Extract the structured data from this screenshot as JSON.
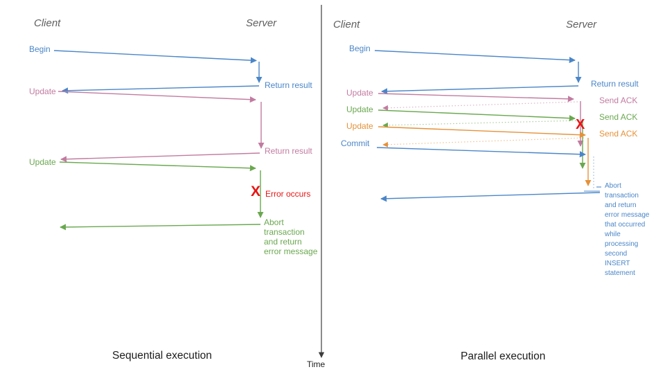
{
  "palette": {
    "blue": "#4a86c8",
    "pink": "#c27ba0",
    "green": "#6aa84f",
    "orange": "#e69138",
    "red": "#e81414",
    "gray": "#5f5f5f",
    "dark": "#1c1c1c",
    "axis": "#3c3c3c"
  },
  "left": {
    "client": "Client",
    "server": "Server",
    "begin": "Begin",
    "return_result_1": "Return result",
    "update_1": "Update",
    "return_result_2": "Return result",
    "update_2": "Update",
    "x_mark": "X",
    "error": "Error occurs",
    "abort": "Abort\ntransaction\nand return\nerror message",
    "caption": "Sequential execution"
  },
  "right": {
    "client": "Client",
    "server": "Server",
    "begin": "Begin",
    "return_result": "Return result",
    "update_1": "Update",
    "ack_1": "Send ACK",
    "update_2": "Update",
    "ack_2": "Send ACK",
    "update_3": "Update",
    "ack_3": "Send ACK",
    "commit": "Commit",
    "x_mark": "X",
    "abort": "Abort\ntransaction\nand return\nerror message\nthat occurred\nwhile\nprocessing\nsecond\nINSERT\nstatement",
    "caption": "Parallel execution"
  },
  "time_axis": {
    "label": "Time"
  }
}
